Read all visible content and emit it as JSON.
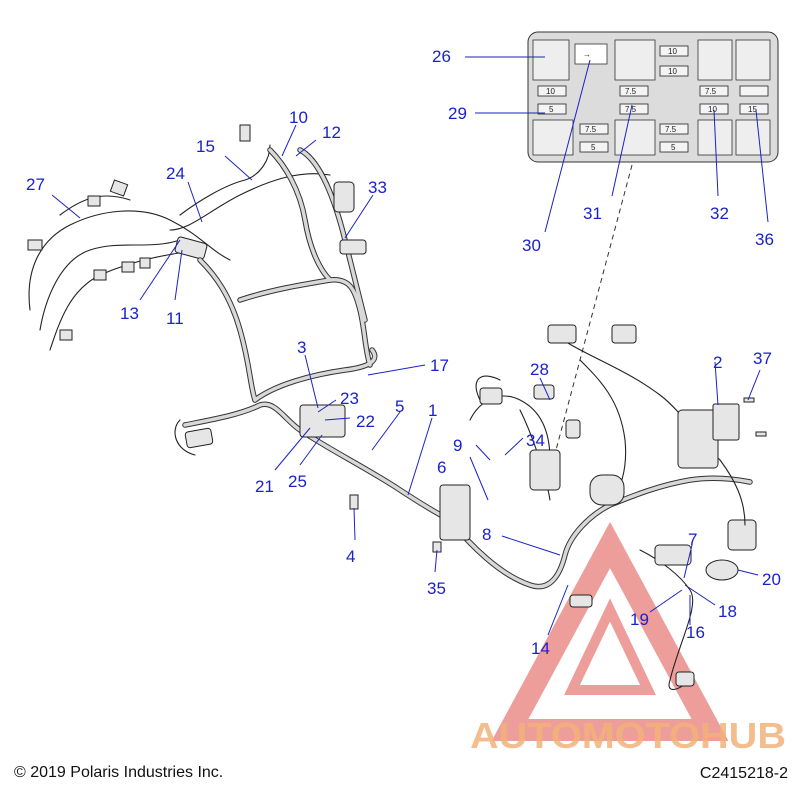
{
  "callouts": {
    "c1": "1",
    "c2": "2",
    "c3": "3",
    "c4": "4",
    "c5": "5",
    "c6": "6",
    "c7": "7",
    "c8": "8",
    "c9": "9",
    "c10": "10",
    "c11": "11",
    "c12": "12",
    "c13": "13",
    "c14": "14",
    "c15": "15",
    "c16": "16",
    "c17": "17",
    "c18": "18",
    "c19": "19",
    "c20": "20",
    "c21": "21",
    "c22": "22",
    "c23": "23",
    "c24": "24",
    "c25": "25",
    "c26": "26",
    "c27": "27",
    "c28": "28",
    "c29": "29",
    "c30": "30",
    "c31": "31",
    "c32": "32",
    "c33": "33",
    "c34": "34",
    "c35": "35",
    "c36": "36",
    "c37": "37"
  },
  "fuse_ratings": {
    "f10a": "10",
    "f10b": "10",
    "f10c": "10",
    "f5a": "5",
    "f75a": "7.5",
    "f75b": "7.5",
    "f75c": "7.5",
    "f75d": "7.5",
    "f75e": "7.5",
    "f5b": "5",
    "f5c": "5",
    "f10d": "10",
    "f15": "15"
  },
  "watermark": {
    "text": "AUTOMOTOHUB",
    "colors": {
      "auto": "#f2b27a",
      "moto": "#f2b27a",
      "hub": "#8c8c8c",
      "triangle": "#e0504a"
    }
  },
  "footer": {
    "copyright": "© 2019 Polaris Industries Inc.",
    "figure_id": "C2415218-2"
  },
  "colors": {
    "callout": "#1a22c8",
    "line_art": "#222222"
  }
}
